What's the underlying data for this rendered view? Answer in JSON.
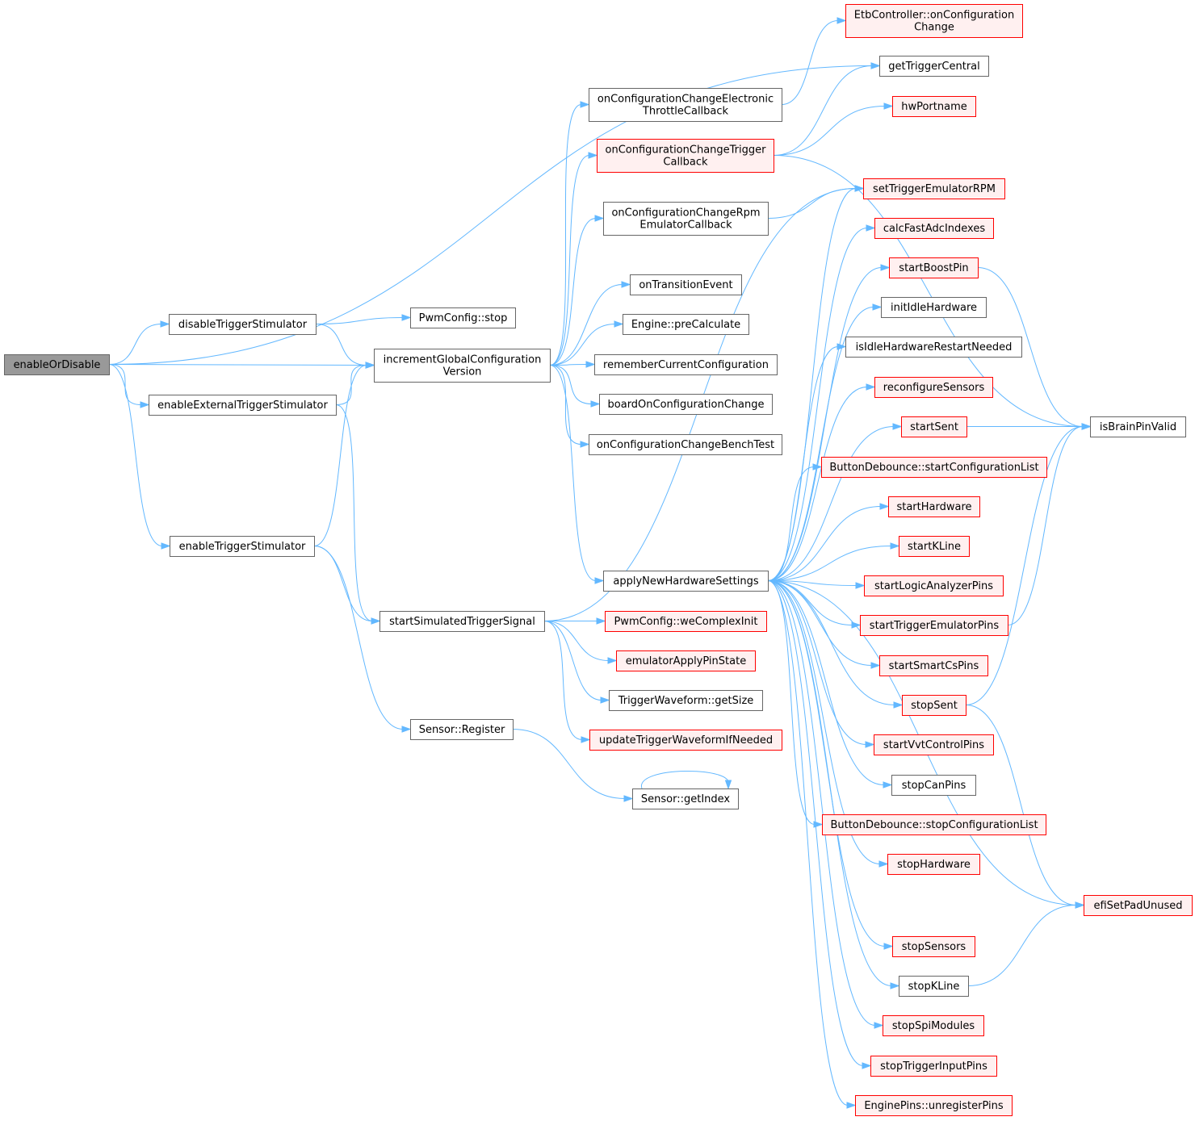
{
  "colors": {
    "edge": "#63b8ff",
    "root_fill": "#999999",
    "red_stroke": "#ff0000",
    "red_fill": "#fff0f0",
    "box_stroke": "#666666"
  },
  "nodes": {
    "enableOrDisable": {
      "lines": [
        "enableOrDisable"
      ],
      "style": "root"
    },
    "getTriggerCentral": {
      "lines": [
        "getTriggerCentral"
      ],
      "style": "normal"
    },
    "disableTriggerStimulator": {
      "lines": [
        "disableTriggerStimulator"
      ],
      "style": "normal"
    },
    "incrementGlobalConfigurationVersion": {
      "lines": [
        "incrementGlobalConfiguration",
        "Version"
      ],
      "style": "normal"
    },
    "enableExternalTriggerStimulator": {
      "lines": [
        "enableExternalTriggerStimulator"
      ],
      "style": "normal"
    },
    "enableTriggerStimulator": {
      "lines": [
        "enableTriggerStimulator"
      ],
      "style": "normal"
    },
    "PwmConfigStop": {
      "lines": [
        "PwmConfig::stop"
      ],
      "style": "normal"
    },
    "startSimulatedTriggerSignal": {
      "lines": [
        "startSimulatedTriggerSignal"
      ],
      "style": "normal"
    },
    "SensorRegister": {
      "lines": [
        "Sensor::Register"
      ],
      "style": "normal"
    },
    "onConfigurationChangeElectronicThrottleCallback": {
      "lines": [
        "onConfigurationChangeElectronic",
        "ThrottleCallback"
      ],
      "style": "normal"
    },
    "onConfigurationChangeTriggerCallback": {
      "lines": [
        "onConfigurationChangeTrigger",
        "Callback"
      ],
      "style": "red"
    },
    "onConfigurationChangeRpmEmulatorCallback": {
      "lines": [
        "onConfigurationChangeRpm",
        "EmulatorCallback"
      ],
      "style": "normal"
    },
    "onTransitionEvent": {
      "lines": [
        "onTransitionEvent"
      ],
      "style": "normal"
    },
    "EnginePreCalculate": {
      "lines": [
        "Engine::preCalculate"
      ],
      "style": "normal"
    },
    "rememberCurrentConfiguration": {
      "lines": [
        "rememberCurrentConfiguration"
      ],
      "style": "normal"
    },
    "boardOnConfigurationChange": {
      "lines": [
        "boardOnConfigurationChange"
      ],
      "style": "normal"
    },
    "onConfigurationChangeBenchTest": {
      "lines": [
        "onConfigurationChangeBenchTest"
      ],
      "style": "normal"
    },
    "applyNewHardwareSettings": {
      "lines": [
        "applyNewHardwareSettings"
      ],
      "style": "normal"
    },
    "PwmConfigWeComplexInit": {
      "lines": [
        "PwmConfig::weComplexInit"
      ],
      "style": "red"
    },
    "emulatorApplyPinState": {
      "lines": [
        "emulatorApplyPinState"
      ],
      "style": "red"
    },
    "TriggerWaveformGetSize": {
      "lines": [
        "TriggerWaveform::getSize"
      ],
      "style": "normal"
    },
    "updateTriggerWaveformIfNeeded": {
      "lines": [
        "updateTriggerWaveformIfNeeded"
      ],
      "style": "red"
    },
    "SensorGetIndex": {
      "lines": [
        "Sensor::getIndex"
      ],
      "style": "normal"
    },
    "EtbControllerOnConfigurationChange": {
      "lines": [
        "EtbController::onConfiguration",
        "Change"
      ],
      "style": "red"
    },
    "hwPortname": {
      "lines": [
        "hwPortname"
      ],
      "style": "red"
    },
    "isBrainPinValid": {
      "lines": [
        "isBrainPinValid"
      ],
      "style": "normal"
    },
    "setTriggerEmulatorRPM": {
      "lines": [
        "setTriggerEmulatorRPM"
      ],
      "style": "red"
    },
    "calcFastAdcIndexes": {
      "lines": [
        "calcFastAdcIndexes"
      ],
      "style": "red"
    },
    "startBoostPin": {
      "lines": [
        "startBoostPin"
      ],
      "style": "red"
    },
    "initIdleHardware": {
      "lines": [
        "initIdleHardware"
      ],
      "style": "normal"
    },
    "isIdleHardwareRestartNeeded": {
      "lines": [
        "isIdleHardwareRestartNeeded"
      ],
      "style": "normal"
    },
    "reconfigureSensors": {
      "lines": [
        "reconfigureSensors"
      ],
      "style": "red"
    },
    "startSent": {
      "lines": [
        "startSent"
      ],
      "style": "red"
    },
    "ButtonDebounceStartConfigurationList": {
      "lines": [
        "ButtonDebounce::startConfigurationList"
      ],
      "style": "red"
    },
    "startHardware": {
      "lines": [
        "startHardware"
      ],
      "style": "red"
    },
    "startKLine": {
      "lines": [
        "startKLine"
      ],
      "style": "red"
    },
    "startLogicAnalyzerPins": {
      "lines": [
        "startLogicAnalyzerPins"
      ],
      "style": "red"
    },
    "startTriggerEmulatorPins": {
      "lines": [
        "startTriggerEmulatorPins"
      ],
      "style": "red"
    },
    "startSmartCsPins": {
      "lines": [
        "startSmartCsPins"
      ],
      "style": "red"
    },
    "stopSent": {
      "lines": [
        "stopSent"
      ],
      "style": "red"
    },
    "startVvtControlPins": {
      "lines": [
        "startVvtControlPins"
      ],
      "style": "red"
    },
    "stopCanPins": {
      "lines": [
        "stopCanPins"
      ],
      "style": "normal"
    },
    "ButtonDebounceStopConfigurationList": {
      "lines": [
        "ButtonDebounce::stopConfigurationList"
      ],
      "style": "red"
    },
    "stopHardware": {
      "lines": [
        "stopHardware"
      ],
      "style": "red"
    },
    "efiSetPadUnused": {
      "lines": [
        "efiSetPadUnused"
      ],
      "style": "red"
    },
    "stopSensors": {
      "lines": [
        "stopSensors"
      ],
      "style": "red"
    },
    "stopKLine": {
      "lines": [
        "stopKLine"
      ],
      "style": "normal"
    },
    "stopSpiModules": {
      "lines": [
        "stopSpiModules"
      ],
      "style": "red"
    },
    "stopTriggerInputPins": {
      "lines": [
        "stopTriggerInputPins"
      ],
      "style": "red"
    },
    "EnginePinsUnregisterPins": {
      "lines": [
        "EnginePins::unregisterPins"
      ],
      "style": "red"
    }
  },
  "edges": [
    [
      "enableOrDisable",
      "getTriggerCentral"
    ],
    [
      "enableOrDisable",
      "disableTriggerStimulator"
    ],
    [
      "enableOrDisable",
      "incrementGlobalConfigurationVersion"
    ],
    [
      "enableOrDisable",
      "enableExternalTriggerStimulator"
    ],
    [
      "enableOrDisable",
      "enableTriggerStimulator"
    ],
    [
      "disableTriggerStimulator",
      "PwmConfigStop"
    ],
    [
      "disableTriggerStimulator",
      "incrementGlobalConfigurationVersion"
    ],
    [
      "enableExternalTriggerStimulator",
      "incrementGlobalConfigurationVersion"
    ],
    [
      "enableExternalTriggerStimulator",
      "startSimulatedTriggerSignal"
    ],
    [
      "enableTriggerStimulator",
      "incrementGlobalConfigurationVersion"
    ],
    [
      "enableTriggerStimulator",
      "startSimulatedTriggerSignal"
    ],
    [
      "enableTriggerStimulator",
      "SensorRegister"
    ],
    [
      "incrementGlobalConfigurationVersion",
      "onConfigurationChangeElectronicThrottleCallback"
    ],
    [
      "incrementGlobalConfigurationVersion",
      "onConfigurationChangeTriggerCallback"
    ],
    [
      "incrementGlobalConfigurationVersion",
      "onConfigurationChangeRpmEmulatorCallback"
    ],
    [
      "incrementGlobalConfigurationVersion",
      "onTransitionEvent"
    ],
    [
      "incrementGlobalConfigurationVersion",
      "EnginePreCalculate"
    ],
    [
      "incrementGlobalConfigurationVersion",
      "rememberCurrentConfiguration"
    ],
    [
      "incrementGlobalConfigurationVersion",
      "boardOnConfigurationChange"
    ],
    [
      "incrementGlobalConfigurationVersion",
      "onConfigurationChangeBenchTest"
    ],
    [
      "incrementGlobalConfigurationVersion",
      "applyNewHardwareSettings"
    ],
    [
      "startSimulatedTriggerSignal",
      "setTriggerEmulatorRPM"
    ],
    [
      "startSimulatedTriggerSignal",
      "PwmConfigWeComplexInit"
    ],
    [
      "startSimulatedTriggerSignal",
      "emulatorApplyPinState"
    ],
    [
      "startSimulatedTriggerSignal",
      "TriggerWaveformGetSize"
    ],
    [
      "startSimulatedTriggerSignal",
      "updateTriggerWaveformIfNeeded"
    ],
    [
      "SensorRegister",
      "SensorGetIndex"
    ],
    [
      "SensorGetIndex",
      "SensorGetIndex"
    ],
    [
      "onConfigurationChangeElectronicThrottleCallback",
      "EtbControllerOnConfigurationChange"
    ],
    [
      "onConfigurationChangeTriggerCallback",
      "getTriggerCentral"
    ],
    [
      "onConfigurationChangeTriggerCallback",
      "hwPortname"
    ],
    [
      "onConfigurationChangeTriggerCallback",
      "isBrainPinValid"
    ],
    [
      "onConfigurationChangeRpmEmulatorCallback",
      "setTriggerEmulatorRPM"
    ],
    [
      "applyNewHardwareSettings",
      "setTriggerEmulatorRPM"
    ],
    [
      "applyNewHardwareSettings",
      "calcFastAdcIndexes"
    ],
    [
      "applyNewHardwareSettings",
      "startBoostPin"
    ],
    [
      "applyNewHardwareSettings",
      "initIdleHardware"
    ],
    [
      "applyNewHardwareSettings",
      "isIdleHardwareRestartNeeded"
    ],
    [
      "applyNewHardwareSettings",
      "reconfigureSensors"
    ],
    [
      "applyNewHardwareSettings",
      "startSent"
    ],
    [
      "applyNewHardwareSettings",
      "ButtonDebounceStartConfigurationList"
    ],
    [
      "applyNewHardwareSettings",
      "startHardware"
    ],
    [
      "applyNewHardwareSettings",
      "startKLine"
    ],
    [
      "applyNewHardwareSettings",
      "startLogicAnalyzerPins"
    ],
    [
      "applyNewHardwareSettings",
      "startTriggerEmulatorPins"
    ],
    [
      "applyNewHardwareSettings",
      "startSmartCsPins"
    ],
    [
      "applyNewHardwareSettings",
      "stopSent"
    ],
    [
      "applyNewHardwareSettings",
      "startVvtControlPins"
    ],
    [
      "applyNewHardwareSettings",
      "stopCanPins"
    ],
    [
      "applyNewHardwareSettings",
      "ButtonDebounceStopConfigurationList"
    ],
    [
      "applyNewHardwareSettings",
      "stopHardware"
    ],
    [
      "applyNewHardwareSettings",
      "efiSetPadUnused"
    ],
    [
      "applyNewHardwareSettings",
      "stopSensors"
    ],
    [
      "applyNewHardwareSettings",
      "stopKLine"
    ],
    [
      "applyNewHardwareSettings",
      "stopSpiModules"
    ],
    [
      "applyNewHardwareSettings",
      "stopTriggerInputPins"
    ],
    [
      "applyNewHardwareSettings",
      "EnginePinsUnregisterPins"
    ],
    [
      "startBoostPin",
      "isBrainPinValid"
    ],
    [
      "startSent",
      "isBrainPinValid"
    ],
    [
      "startTriggerEmulatorPins",
      "isBrainPinValid"
    ],
    [
      "stopSent",
      "isBrainPinValid"
    ],
    [
      "stopSent",
      "efiSetPadUnused"
    ],
    [
      "stopKLine",
      "efiSetPadUnused"
    ]
  ]
}
